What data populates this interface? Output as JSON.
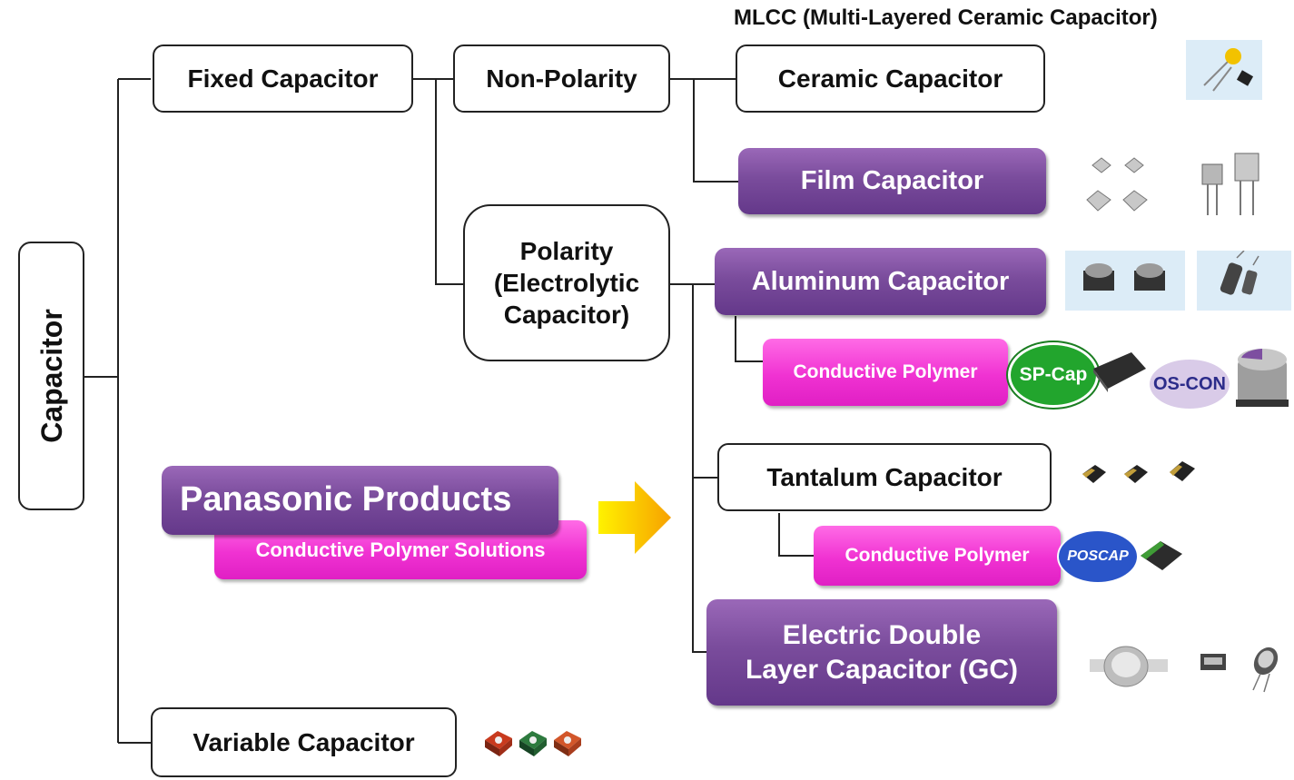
{
  "root": {
    "label": "Capacitor"
  },
  "fixed": {
    "label": "Fixed Capacitor"
  },
  "variable": {
    "label": "Variable Capacitor"
  },
  "non_polarity": {
    "label": "Non-Polarity"
  },
  "polarity": {
    "line1": "Polarity",
    "line2": "(Electrolytic",
    "line3": "Capacitor)"
  },
  "mlcc_caption": "MLCC (Multi-Layered Ceramic Capacitor)",
  "ceramic": {
    "label": "Ceramic Capacitor"
  },
  "film": {
    "label": "Film Capacitor"
  },
  "aluminum": {
    "label": "Aluminum Capacitor"
  },
  "aluminum_polymer": {
    "label": "Conductive Polymer"
  },
  "tantalum": {
    "label": "Tantalum Capacitor"
  },
  "tantalum_polymer": {
    "label": "Conductive Polymer"
  },
  "edlc": {
    "line1": "Electric Double",
    "line2": "Layer Capacitor (GC)"
  },
  "panasonic": {
    "title": "Panasonic Products",
    "subtitle": "Conductive Polymer Solutions"
  },
  "logos": {
    "spcap": "SP-Cap",
    "oscon": "OS-CON",
    "poscap": "POSCAP"
  },
  "colors": {
    "purple": "#7a4c9c",
    "pink": "#f032d2",
    "arrow_start": "#fff200",
    "arrow_end": "#f7a100",
    "line": "#222222",
    "photo_bg": "#dcecf7"
  }
}
